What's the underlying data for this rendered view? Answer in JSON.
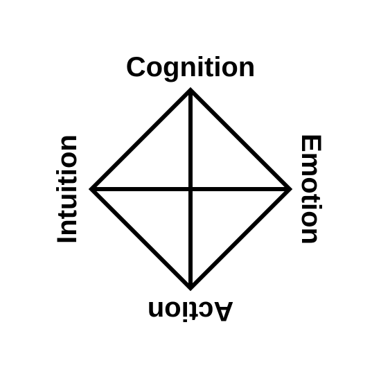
{
  "diagram": {
    "labels": {
      "top": "Cognition",
      "bottom": "Action",
      "left": "Intuition",
      "right": "Emotion"
    },
    "colors": {
      "stroke": "#000000",
      "text": "#000000",
      "background": "#ffffff"
    }
  }
}
